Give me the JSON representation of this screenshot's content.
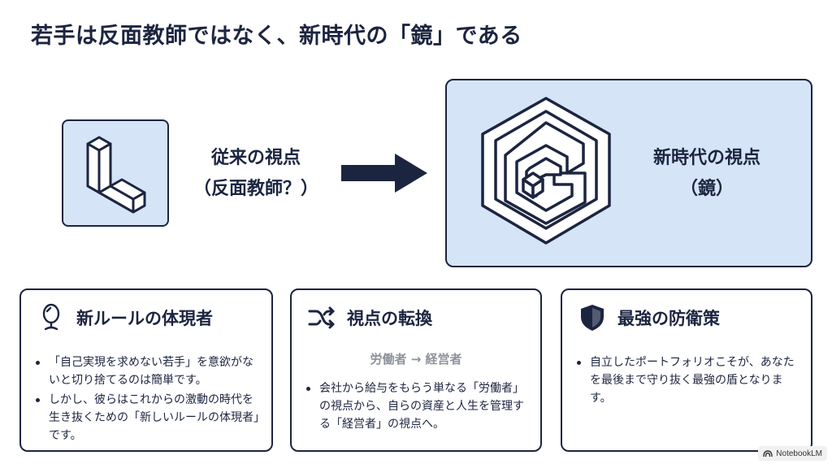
{
  "title": "若手は反面教師ではなく、新時代の「鏡」である",
  "old_view": {
    "line1": "従来の視点",
    "line2": "（反面教師？）",
    "icon": "l-shape-block-icon"
  },
  "new_view": {
    "line1": "新時代の視点",
    "line2": "（鏡）",
    "icon": "impossible-cube-icon"
  },
  "cards": [
    {
      "title": "新ルールの体現者",
      "icon": "mirror-icon",
      "bullets": [
        "「自己実現を求めない若手」を意欲がないと切り捨てるのは簡単です。",
        "しかし、彼らはこれからの激動の時代を生き抜くための「新しいルールの体現者」です。"
      ]
    },
    {
      "title": "視点の転換",
      "icon": "shuffle-icon",
      "subtitle": "労働者 → 経営者",
      "bullets": [
        "会社から給与をもらう単なる「労働者」の視点から、自らの資産と人生を管理する「経営者」の視点へ。"
      ]
    },
    {
      "title": "最強の防衛策",
      "icon": "shield-icon",
      "bullets": [
        "自立したポートフォリオこそが、あなたを最後まで守り抜く最強の盾となります。"
      ]
    }
  ],
  "watermark": "NotebookLM",
  "colors": {
    "navy": "#1c2540",
    "light_blue": "#d6e4f7",
    "gray": "#8d929b"
  }
}
